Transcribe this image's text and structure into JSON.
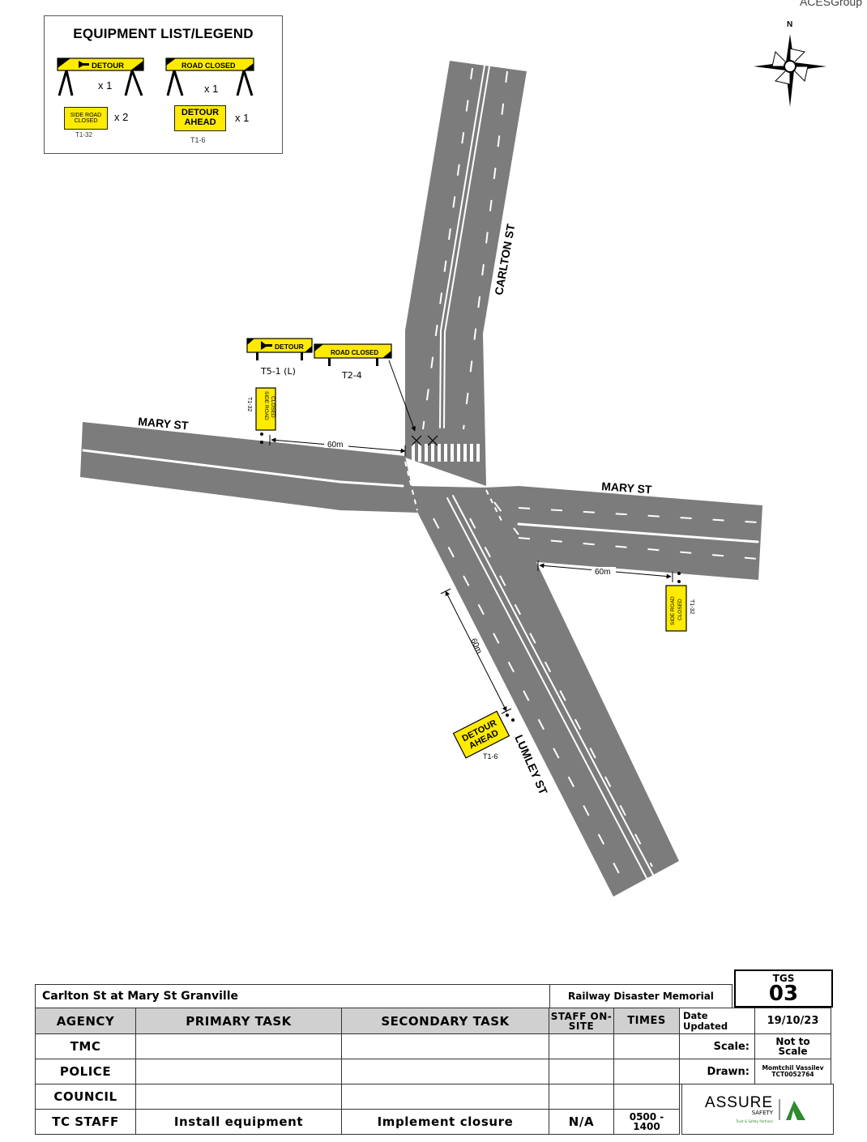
{
  "corner_label": "ACESGroup",
  "legend": {
    "title": "EQUIPMENT LIST/LEGEND",
    "items": [
      {
        "sign": "DETOUR",
        "qty": "x 1"
      },
      {
        "sign": "ROAD CLOSED",
        "qty": "x 1"
      },
      {
        "sign_line1": "SIDE ROAD",
        "sign_line2": "CLOSED",
        "qty": "x 2",
        "code": "T1-32"
      },
      {
        "sign_line1": "DETOUR",
        "sign_line2": "AHEAD",
        "qty": "x 1",
        "code": "T1-6"
      }
    ]
  },
  "compass": {
    "north": "N"
  },
  "streets": {
    "carlton": "CARLTON ST",
    "mary_west": "MARY ST",
    "mary_east": "MARY ST",
    "lumley": "LUMLEY ST"
  },
  "map_signs": {
    "detour_board": "DETOUR",
    "detour_code": "T5-1 (L)",
    "road_closed_board": "ROAD CLOSED",
    "road_closed_code": "T2-4",
    "side_road_closed_line1": "SIDE ROAD",
    "side_road_closed_line2": "CLOSED",
    "side_road_code": "T1-32",
    "detour_ahead_line1": "DETOUR",
    "detour_ahead_line2": "AHEAD",
    "detour_ahead_code": "T1-6"
  },
  "distances": {
    "west": "60m",
    "east": "60m",
    "south": "60m"
  },
  "title_block": {
    "location": "Carlton St at Mary St Granville",
    "project": "Railway Disaster Memorial",
    "tgs_label": "TGS",
    "tgs_number": "03",
    "headers": [
      "AGENCY",
      "PRIMARY TASK",
      "SECONDARY TASK",
      "STAFF ON-SITE",
      "TIMES"
    ],
    "date_label": "Date Updated",
    "date_value": "19/10/23",
    "scale_label": "Scale:",
    "scale_value": "Not to Scale",
    "drawn_label": "Drawn:",
    "drawn_name": "Momtchil Vassilev",
    "drawn_id": "TCT0052764",
    "rows": [
      {
        "agency": "TMC",
        "primary": "",
        "secondary": "",
        "staff": "",
        "times": ""
      },
      {
        "agency": "POLICE",
        "primary": "",
        "secondary": "",
        "staff": "",
        "times": ""
      },
      {
        "agency": "COUNCIL",
        "primary": "",
        "secondary": "",
        "staff": "",
        "times": ""
      },
      {
        "agency": "TC STAFF",
        "primary": "Install equipment",
        "secondary": "Implement closure",
        "staff": "N/A",
        "times": "0500 - 1400"
      }
    ],
    "logo_text": "ASSURE",
    "logo_sub": "SAFETY",
    "logo_tagline": "Trust & Safety Partners"
  },
  "colors": {
    "road": "#7c7c7c",
    "sign_yellow": "#ffeb00",
    "header_grey": "#d0d0d0",
    "logo_green": "#2e8b2e"
  }
}
